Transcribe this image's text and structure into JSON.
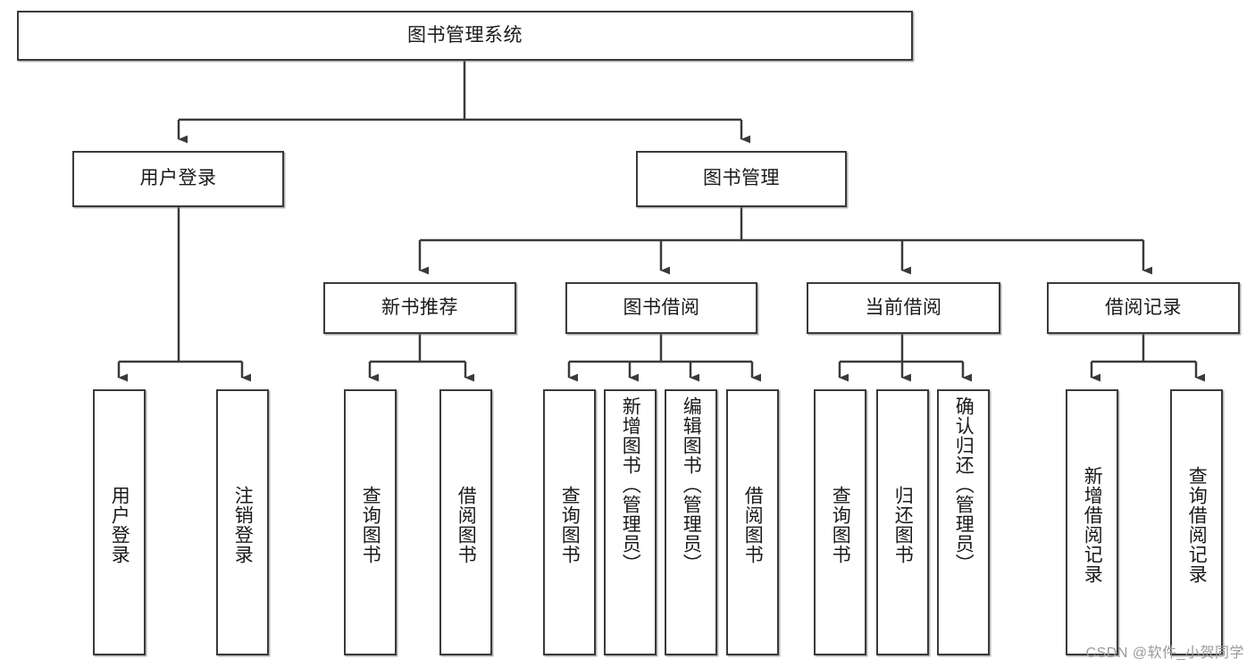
{
  "diagram": {
    "title_node": {
      "label": "图书管理系统"
    },
    "level2": [
      {
        "label": "用户登录"
      },
      {
        "label": "图书管理"
      }
    ],
    "level3": [
      {
        "label": "新书推荐"
      },
      {
        "label": "图书借阅"
      },
      {
        "label": "当前借阅"
      },
      {
        "label": "借阅记录"
      }
    ],
    "leaves": {
      "user_login": [
        {
          "label": "用户登录"
        },
        {
          "label": "注销登录"
        }
      ],
      "new_book_recommend": [
        {
          "label": "查询图书"
        },
        {
          "label": "借阅图书"
        }
      ],
      "book_borrow": [
        {
          "label": "查询图书"
        },
        {
          "label": "新增图书（管理员）"
        },
        {
          "label": "编辑图书（管理员）"
        },
        {
          "label": "借阅图书"
        }
      ],
      "current_borrow": [
        {
          "label": "查询图书"
        },
        {
          "label": "归还图书"
        },
        {
          "label": "确认归还（管理员）"
        }
      ],
      "borrow_record": [
        {
          "label": "新增借阅记录"
        },
        {
          "label": "查询借阅记录"
        }
      ]
    },
    "watermark": "CSDN @软件_小贺同学",
    "colors": {
      "stroke": "#3a3a3a",
      "fill": "#ffffff",
      "text": "#1a1a1a",
      "watermark": "#9a9a9a"
    }
  }
}
